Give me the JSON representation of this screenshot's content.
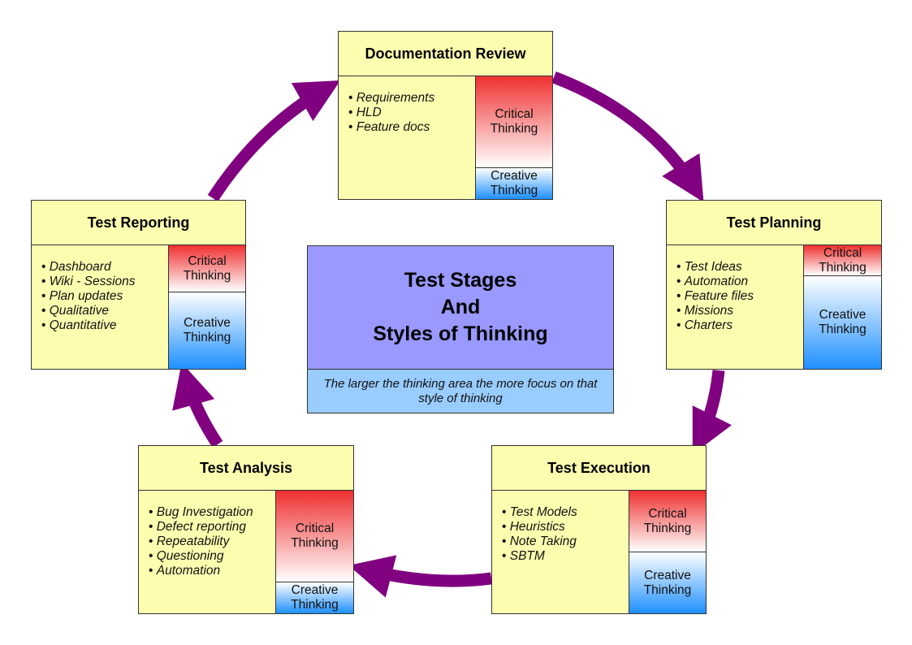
{
  "center": {
    "title_lines": [
      "Test Stages",
      "And",
      "Styles of Thinking"
    ],
    "note": "The larger the thinking area  the more focus on that style of thinking"
  },
  "labels": {
    "critical": "Critical Thinking",
    "creative": "Creative Thinking"
  },
  "colors": {
    "stage_bg": "#fdfdb0",
    "critical": "#f03030",
    "creative": "#1e90ff",
    "arrow": "#800080",
    "center_title_bg": "#9999ff",
    "center_note_bg": "#99ccff"
  },
  "stages": [
    {
      "name": "Documentation Review",
      "items": [
        "Requirements",
        "HLD",
        "Feature docs"
      ],
      "critical_share": 0.75
    },
    {
      "name": "Test Planning",
      "items": [
        "Test Ideas",
        "Automation",
        "Feature files",
        "Missions",
        "Charters"
      ],
      "critical_share": 0.25
    },
    {
      "name": "Test Execution",
      "items": [
        "Test Models",
        "Heuristics",
        "Note Taking",
        "SBTM"
      ],
      "critical_share": 0.5
    },
    {
      "name": "Test Analysis",
      "items": [
        "Bug Investigation",
        "Defect reporting",
        "Repeatability",
        "Questioning",
        "Automation"
      ],
      "critical_share": 0.75
    },
    {
      "name": "Test Reporting",
      "items": [
        "Dashboard",
        "Wiki - Sessions",
        "Plan updates",
        "Qualitative",
        "Quantitative"
      ],
      "critical_share": 0.38
    }
  ]
}
